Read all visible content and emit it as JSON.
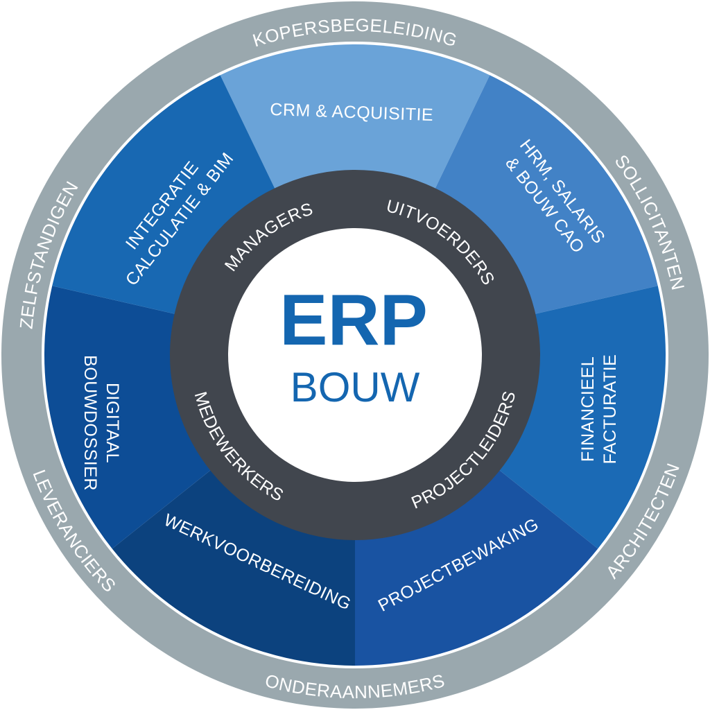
{
  "center": {
    "title": "ERP",
    "subtitle": "BOUW"
  },
  "roles": [
    "MANAGERS",
    "UITVOERDERS",
    "PROJECTLEIDERS",
    "MEDEWERKERS"
  ],
  "stakeholders": [
    "KOPERSBEGELEIDING",
    "SOLLICITANTEN",
    "ARCHITECTEN",
    "ONDERAANNEMERS",
    "LEVERANCIERS",
    "ZELFSTANDIGEN"
  ],
  "modules": [
    {
      "lines": [
        "CRM & ACQUISITIE"
      ],
      "color": "#6aa3d8"
    },
    {
      "lines": [
        "HRM, SALARIS",
        "& BOUW CAO"
      ],
      "color": "#4282c6"
    },
    {
      "lines": [
        "FINANCIEEL",
        "FACTURATIE"
      ],
      "color": "#1b6ab5"
    },
    {
      "lines": [
        "PROJECTBEWAKING"
      ],
      "color": "#1953a2"
    },
    {
      "lines": [
        "WERKVOORBEREIDING"
      ],
      "color": "#0c427e"
    },
    {
      "lines": [
        "DIGITAAL",
        "BOUWDOSSIER"
      ],
      "color": "#0d4d96"
    },
    {
      "lines": [
        "INTEGRATIE",
        "CALCULATIE & BIM"
      ],
      "color": "#1868b2"
    }
  ],
  "colors": {
    "outer_ring": "#9aa8ae",
    "role_ring": "#41464e",
    "center": "#ffffff",
    "brand": "#1466b0"
  }
}
